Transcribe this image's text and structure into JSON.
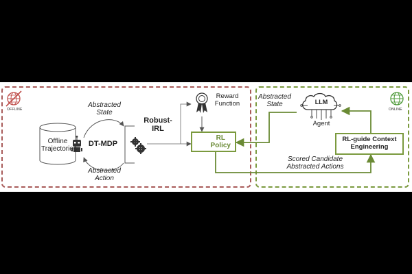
{
  "regions": {
    "offline_label": "OFFLINE",
    "online_label": "ONLINE"
  },
  "nodes": {
    "offline_trajectories": [
      "Offline",
      "Trajectories"
    ],
    "dt_mdp": "DT-MDP",
    "robust_irl": [
      "Robust-",
      "IRL"
    ],
    "reward_function": [
      "Reward",
      "Function"
    ],
    "rl_policy": [
      "RL",
      "Policy"
    ],
    "llm_label": "LLM",
    "llm_agent": "Agent",
    "context_engineering": [
      "RL-guide Context",
      "Engineering"
    ]
  },
  "edge_labels": {
    "abstracted_state_top": [
      "Abstracted",
      "State"
    ],
    "abstracted_action_bottom": [
      "Abstracted",
      "Action"
    ],
    "abstracted_state_online": [
      "Abstracted",
      "State"
    ],
    "scored_candidates": [
      "Scored Candidate",
      "Abstracted Actions"
    ]
  },
  "icons": {
    "offline": "globe-crossed-icon",
    "online": "globe-icon",
    "database": "database-icon",
    "robot": "robot-icon",
    "gears": "gears-icon",
    "ribbon": "award-ribbon-icon",
    "policy": "policy-robot-icon",
    "brain": "brain-circuit-icon"
  },
  "colors": {
    "offline_border": "#a85a58",
    "online_border": "#7b9a3e",
    "green_text": "#7b9a3e",
    "arrow_dark": "#555555"
  }
}
